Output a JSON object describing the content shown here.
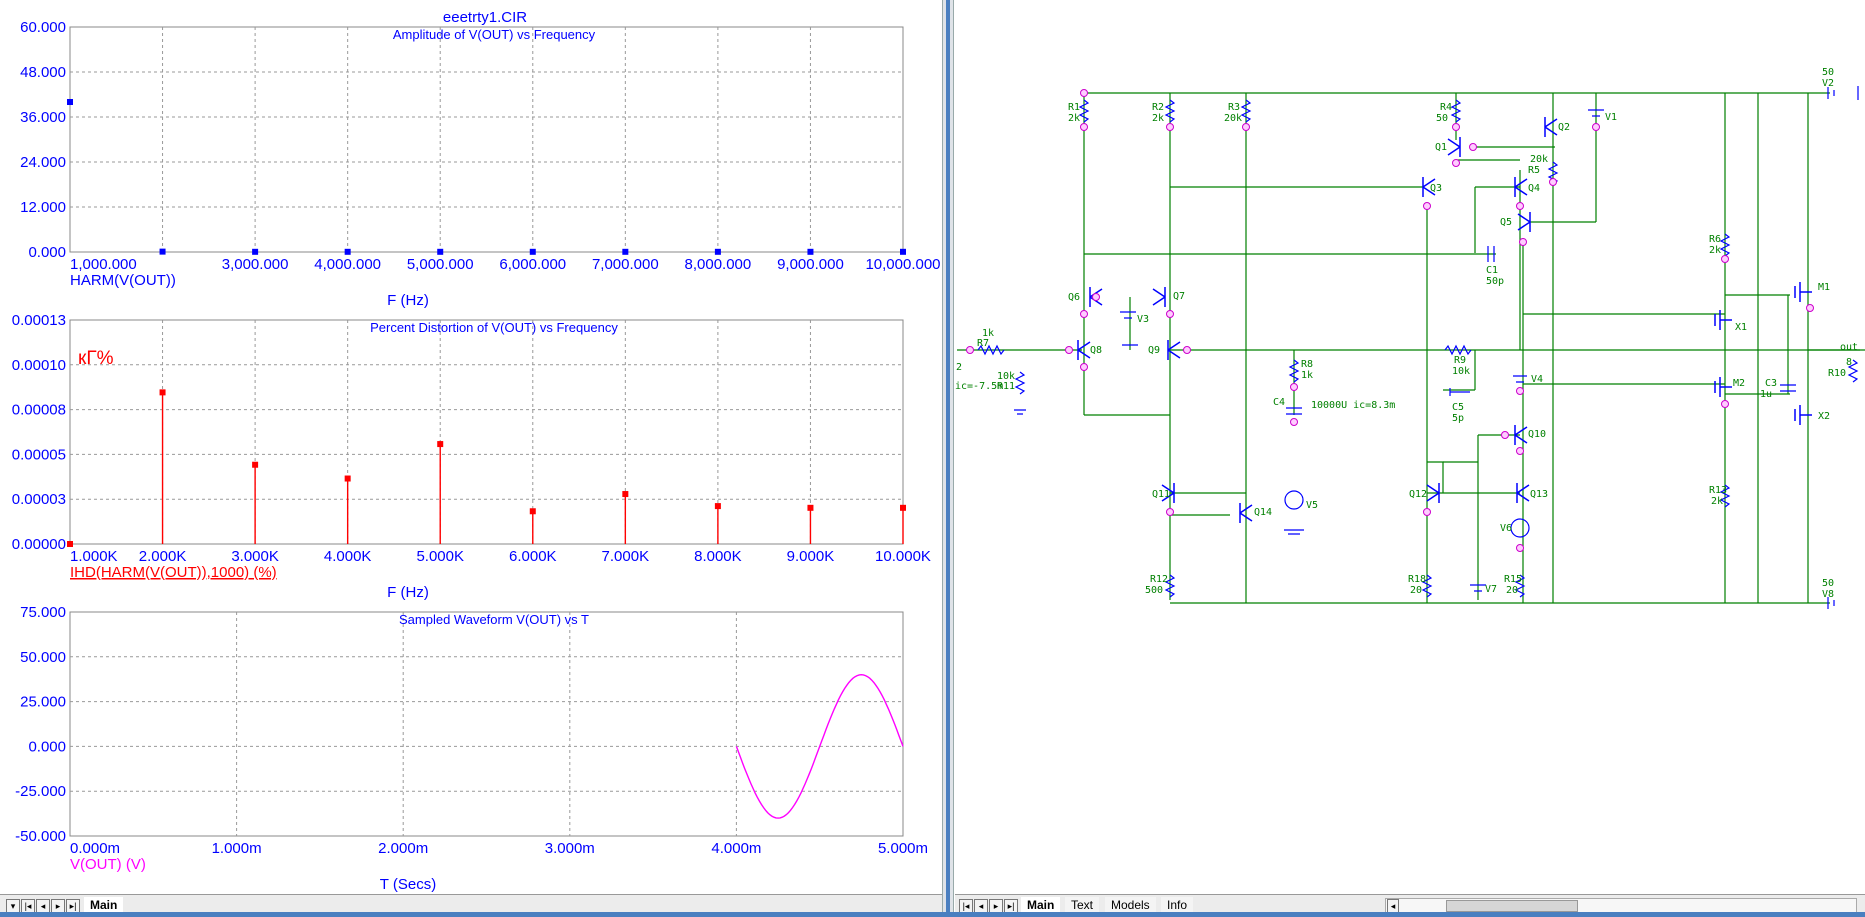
{
  "left": {
    "top_title": "eeetrty1.CIR",
    "tabs": [
      "Main"
    ],
    "plot1": {
      "title": "Amplitude of V(OUT) vs Frequency",
      "y_ticks": [
        "60.000",
        "48.000",
        "36.000",
        "24.000",
        "12.000",
        "0.000"
      ],
      "x_ticks": [
        "1,000.000",
        "3,000.000",
        "4,000.000",
        "5,000.000",
        "6,000.000",
        "7,000.000",
        "8,000.000",
        "9,000.000",
        "10,000.000"
      ],
      "legend": "HARM(V(OUT))",
      "xlabel": "F (Hz)",
      "color": "#0000ff"
    },
    "plot2": {
      "title": "Percent Distortion of V(OUT) vs Frequency",
      "marker": "кГ%",
      "y_ticks": [
        "0.00013",
        "0.00010",
        "0.00008",
        "0.00005",
        "0.00003",
        "0.00000"
      ],
      "x_ticks": [
        "1.000K",
        "2.000K",
        "3.000K",
        "4.000K",
        "5.000K",
        "6.000K",
        "7.000K",
        "8.000K",
        "9.000K",
        "10.000K"
      ],
      "legend": "IHD(HARM(V(OUT)),1000) (%)",
      "xlabel": "F (Hz)",
      "color": "#ff0000"
    },
    "plot3": {
      "title": "Sampled Waveform  V(OUT) vs T",
      "y_ticks": [
        "75.000",
        "50.000",
        "25.000",
        "0.000",
        "-25.000",
        "-50.000"
      ],
      "x_ticks": [
        "0.000m",
        "1.000m",
        "2.000m",
        "3.000m",
        "4.000m",
        "5.000m"
      ],
      "legend": "V(OUT) (V)",
      "xlabel": "T (Secs)",
      "color": "#ff00ff"
    }
  },
  "right": {
    "tabs": [
      "Main",
      "Text",
      "Models",
      "Info"
    ],
    "labels": {
      "r1": "R1",
      "r1v": "2k",
      "r2": "R2",
      "r2v": "2k",
      "r3": "R3",
      "r3v": "20k",
      "r4": "R4",
      "r4v": "50",
      "q1": "Q1",
      "q2": "Q2",
      "v1": "V1",
      "r5": "R5",
      "r5v": "20k",
      "q3": "Q3",
      "q4": "Q4",
      "q5": "Q5",
      "c1": "C1",
      "c1v": "50p",
      "r6": "R6",
      "r6v": "2k",
      "m1": "M1",
      "x1": "X1",
      "m2": "M2",
      "x2": "X2",
      "c3": "C3",
      "c3v": "1u",
      "r10": "R10",
      "r10v": "8",
      "out": "out",
      "q6": "Q6",
      "q7": "Q7",
      "v3": "V3",
      "q8": "Q8",
      "q9": "Q9",
      "r7": "R7",
      "r7v": "1k",
      "r11v": "10k",
      "ic": "ic=-7.5m",
      "r11": "R11",
      "in2": "2",
      "r8": "R8",
      "r8v": "1k",
      "c4": "C4",
      "c4v": "10000U ic=8.3m",
      "v5": "V5",
      "r9": "R9",
      "r9v": "10k",
      "c5": "C5",
      "c5v": "5p",
      "v4": "V4",
      "q10": "Q10",
      "q11": "Q11",
      "q14": "Q14",
      "q12": "Q12",
      "q13": "Q13",
      "v6": "V6",
      "r12": "R12",
      "r12v": "500",
      "r18": "R18",
      "r18v": "20",
      "v7": "V7",
      "r15": "R15",
      "r15v": "20",
      "r13": "R13",
      "r13v": "2k",
      "v2": "V2",
      "v2v": "50",
      "v8": "V8",
      "v8v": "50"
    }
  },
  "chart_data": [
    {
      "type": "scatter",
      "title": "Amplitude of V(OUT) vs Frequency",
      "xlabel": "F (Hz)",
      "ylabel": "HARM(V(OUT))",
      "xlim": [
        1000,
        10000
      ],
      "ylim": [
        0,
        60
      ],
      "series": [
        {
          "name": "HARM(V(OUT))",
          "x": [
            1000,
            2000,
            3000,
            4000,
            5000,
            6000,
            7000,
            8000,
            9000,
            10000
          ],
          "y": [
            40,
            0.1,
            0.05,
            0.05,
            0.05,
            0.05,
            0.05,
            0.05,
            0.05,
            0.05
          ]
        }
      ]
    },
    {
      "type": "bar",
      "title": "Percent Distortion of V(OUT) vs Frequency",
      "xlabel": "F (Hz)",
      "ylabel": "IHD(HARM(V(OUT)),1000) (%)",
      "xlim": [
        1000,
        10000
      ],
      "ylim": [
        0,
        0.00013
      ],
      "series": [
        {
          "name": "IHD(HARM(V(OUT)),1000) (%)",
          "x": [
            1000,
            2000,
            3000,
            4000,
            5000,
            6000,
            7000,
            8000,
            9000,
            10000
          ],
          "y": [
            0,
            8.8e-05,
            4.6e-05,
            3.8e-05,
            5.8e-05,
            1.9e-05,
            2.9e-05,
            2.2e-05,
            2.1e-05,
            2.1e-05
          ]
        }
      ]
    },
    {
      "type": "line",
      "title": "Sampled Waveform  V(OUT) vs T",
      "xlabel": "T (Secs)",
      "ylabel": "V(OUT) (V)",
      "xlim": [
        0,
        0.005
      ],
      "ylim": [
        -50,
        75
      ],
      "series": [
        {
          "name": "V(OUT) (V)",
          "x": [
            0.004,
            0.004125,
            0.00425,
            0.004375,
            0.0045,
            0.004625,
            0.00475,
            0.004875,
            0.005
          ],
          "y": [
            0,
            -28,
            -40,
            -28,
            0,
            28,
            40,
            28,
            0
          ]
        }
      ]
    }
  ]
}
